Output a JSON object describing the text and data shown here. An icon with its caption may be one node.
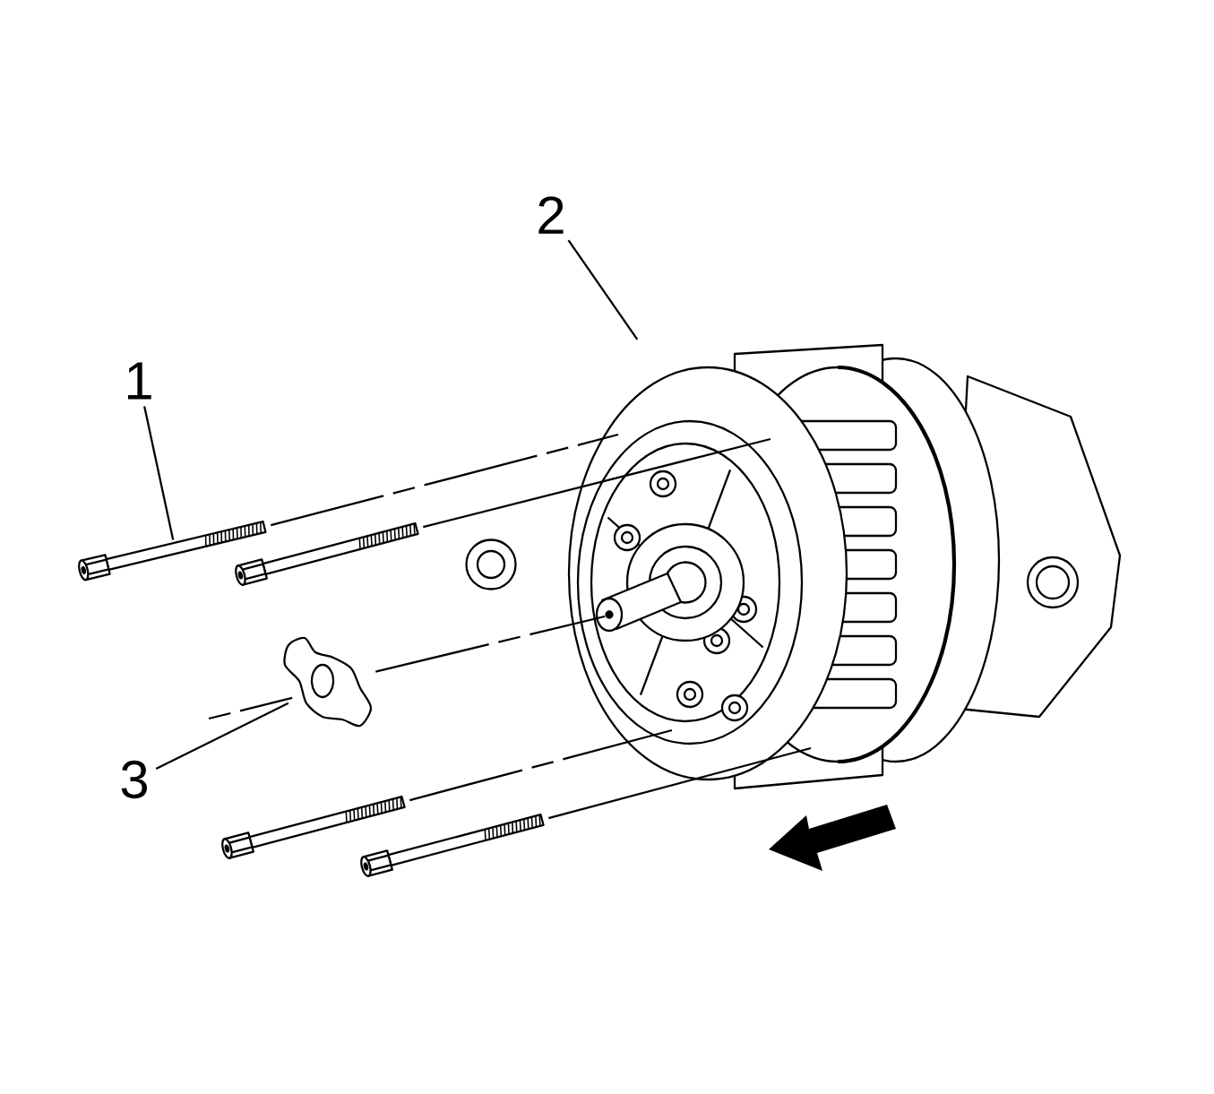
{
  "diagram": {
    "nodes": [
      {
        "text": [
          "1"
        ]
      },
      {
        "text": [],
        "shape": "picture"
      },
      {
        "text": [
          "2"
        ]
      },
      {
        "text": [],
        "shape": "picture"
      },
      {
        "text": [
          "3"
        ]
      },
      {
        "text": [],
        "shape": "picture"
      },
      {
        "text": [],
        "shape": "picture"
      },
      {
        "text": [],
        "shape": "picture"
      },
      {
        "text": [],
        "shape": "picture"
      }
    ],
    "edges": [
      {
        "from": 0,
        "to": 1,
        "arrow": "none"
      },
      {
        "from": 2,
        "to": 3,
        "arrow": "none"
      },
      {
        "from": 4,
        "to": 5,
        "arrow": "none"
      },
      {
        "from": 1,
        "to": 3,
        "arrow": "none",
        "style": "dashed"
      },
      {
        "from": 6,
        "to": 3,
        "arrow": "none"
      },
      {
        "from": 5,
        "to": 3,
        "arrow": "none",
        "style": "dashed"
      },
      {
        "from": 7,
        "to": 3,
        "arrow": "none",
        "style": "dashed"
      },
      {
        "from": 8,
        "to": 3,
        "arrow": "none"
      }
    ]
  }
}
